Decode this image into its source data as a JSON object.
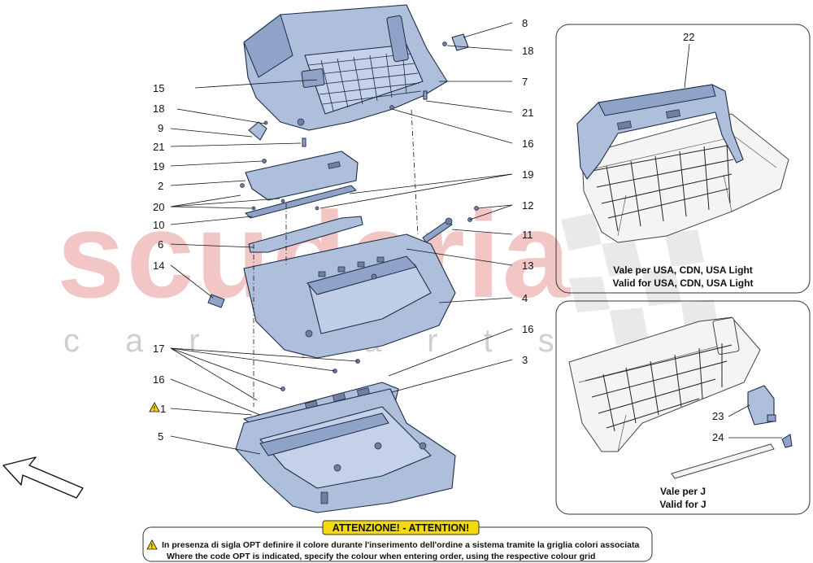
{
  "watermark": {
    "brand": "scuderia",
    "sub": "car parts"
  },
  "callouts": {
    "c1": "1",
    "c2": "2",
    "c3": "3",
    "c4": "4",
    "c5": "5",
    "c6": "6",
    "c7": "7",
    "c8": "8",
    "c9": "9",
    "c10": "10",
    "c11": "11",
    "c12": "12",
    "c13": "13",
    "c14": "14",
    "c15": "15",
    "c16a": "16",
    "c16b": "16",
    "c16c": "16",
    "c17": "17",
    "c18a": "18",
    "c18b": "18",
    "c19a": "19",
    "c19b": "19",
    "c20": "20",
    "c21a": "21",
    "c21b": "21",
    "c22": "22",
    "c23": "23",
    "c24": "24"
  },
  "variant_usa": {
    "line1": "Vale per USA, CDN, USA Light",
    "line2": "Valid for USA, CDN, USA Light"
  },
  "variant_j": {
    "line1": "Vale per J",
    "line2": "Valid for J"
  },
  "notice": {
    "title": "ATTENZIONE! - ATTENTION!",
    "line_it": "In presenza di sigla OPT definire il colore durante l'inserimento dell'ordine a sistema tramite la griglia colori associata",
    "line_en": "Where the code OPT is indicated, specify the colour when entering order, using the respective colour grid",
    "warning_color": "#f5d90a"
  },
  "colors": {
    "part": "#aebfdc",
    "outline": "#1c2a44",
    "watermark": "#f3c6c6"
  },
  "icons": {
    "warning": "warning-triangle-icon",
    "direction": "front-direction-arrow-icon"
  }
}
